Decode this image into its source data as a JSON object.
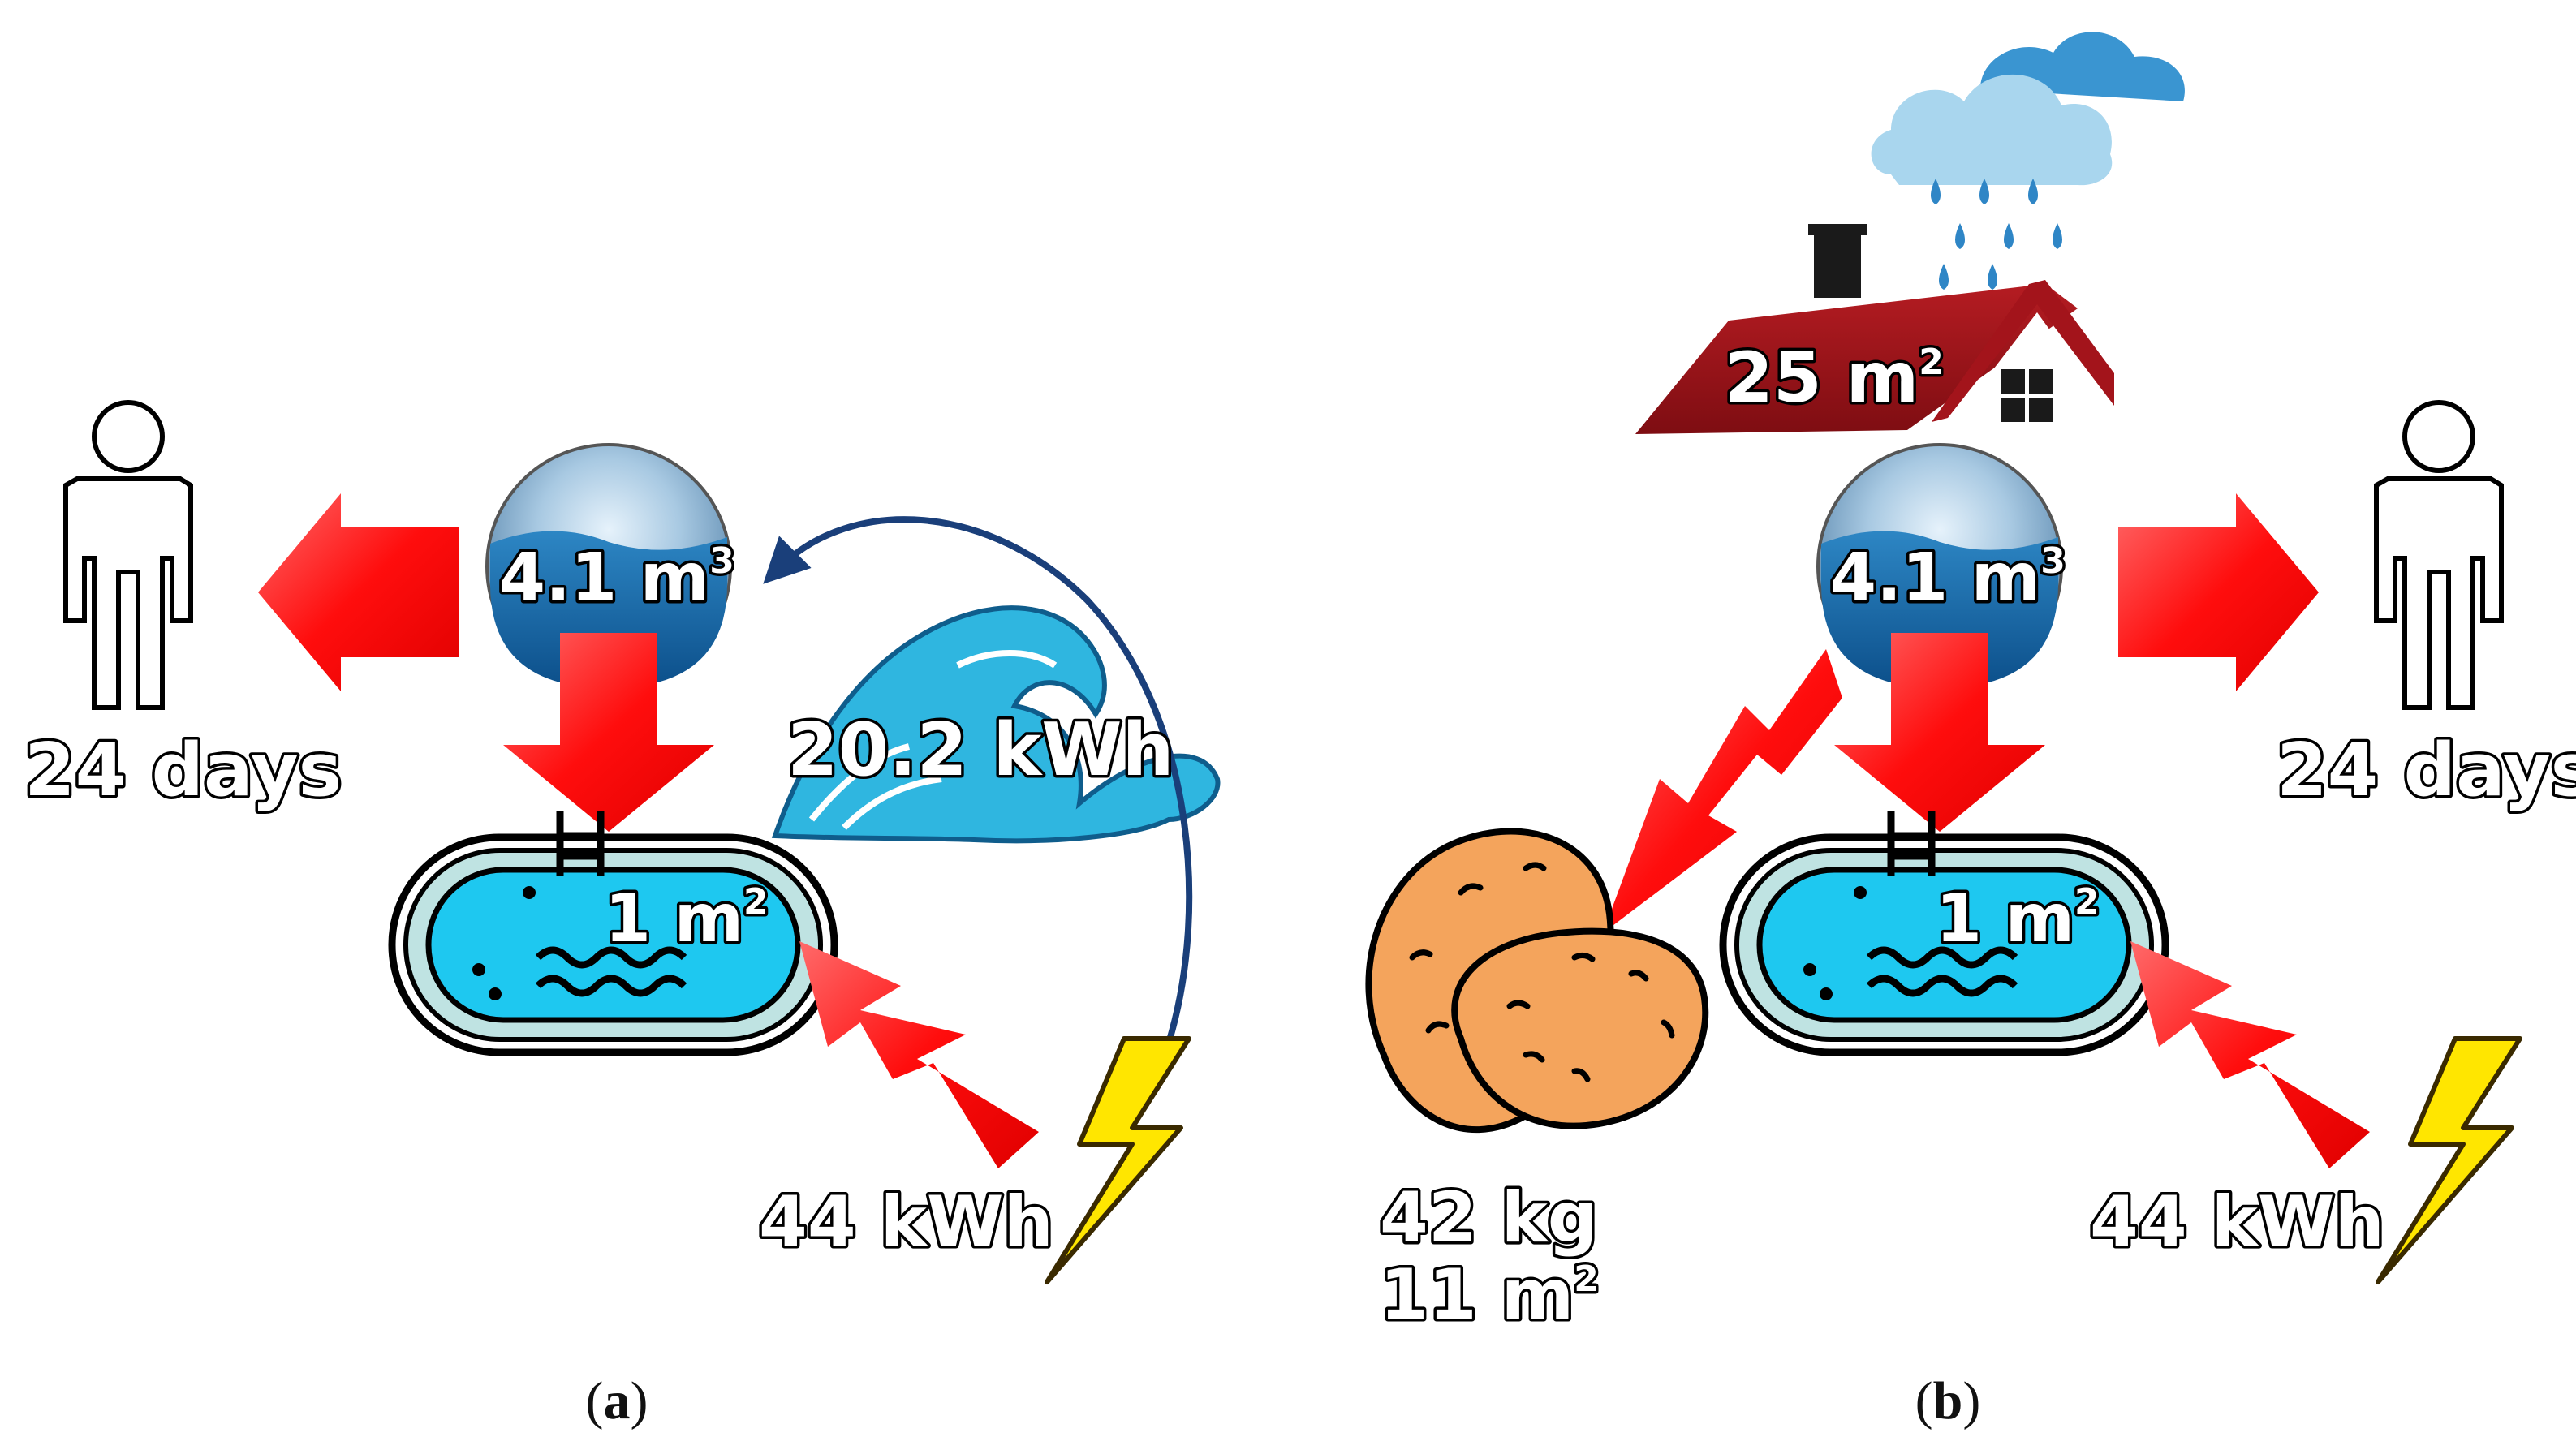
{
  "panel_a": {
    "caption_letter": "a",
    "volume_value": "4.1 m",
    "volume_sup": "3",
    "person_label": "24 days",
    "wave_label": "20.2 kWh",
    "pool_value": "1 m",
    "pool_sup": "2",
    "energy_label": "44 kWh"
  },
  "panel_b": {
    "caption_letter": "b",
    "roof_value": "25 m",
    "roof_sup": "2",
    "volume_value": "4.1 m",
    "volume_sup": "3",
    "person_label": "24 days",
    "pool_value": "1 m",
    "pool_sup": "2",
    "potato_mass": "42 kg",
    "potato_area_value": "11 m",
    "potato_area_sup": "2",
    "energy_label": "44 kWh"
  },
  "caption_parens": {
    "open": "(",
    "close": ")"
  },
  "colors": {
    "arrow_red": "#ff1a1a",
    "pool_blue": "#1ec8f0",
    "water_globe": "#1a70b0",
    "roof_red": "#a3141b",
    "potato": "#f4a45c",
    "bolt": "#ffe600",
    "cloud_light": "#a9d6ee",
    "cloud_dark": "#3a95d1",
    "wave": "#2fb6e0"
  },
  "icons": [
    "person-icon",
    "water-globe-icon",
    "pool-icon",
    "wave-icon",
    "lightning-icon",
    "house-roof-icon",
    "rain-cloud-icon",
    "potato-icon"
  ]
}
